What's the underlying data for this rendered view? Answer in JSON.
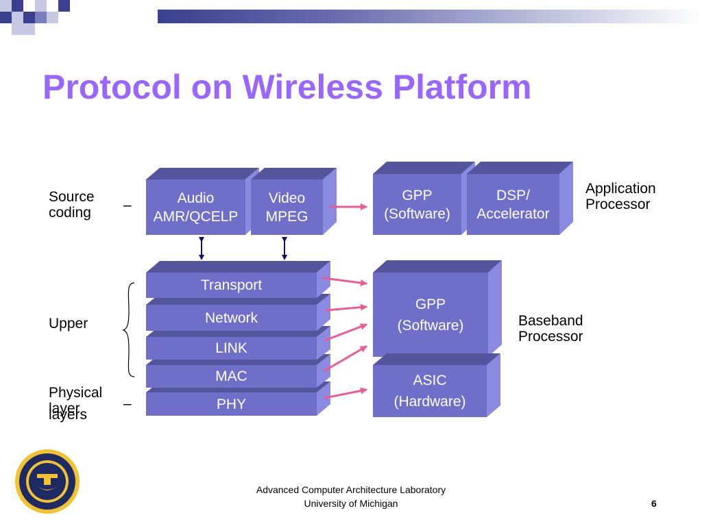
{
  "slide": {
    "title": "Protocol on Wireless Platform",
    "page_number": "6"
  },
  "footer": {
    "line1": "Advanced Computer Architecture Laboratory",
    "line2": "University of Michigan"
  },
  "labels": {
    "source_coding_1": "Source",
    "source_coding_2": "coding",
    "upper": "Upper",
    "physical_1": "Physical",
    "physical_2": "layer",
    "physical_3": "layers",
    "app_proc_1": "Application",
    "app_proc_2": "Processor",
    "baseband_1": "Baseband",
    "baseband_2": "Processor",
    "dash": "–"
  },
  "boxes": {
    "audio_1": "Audio",
    "audio_2": "AMR/QCELP",
    "video_1": "Video",
    "video_2": "MPEG",
    "gpp_app_1": "GPP",
    "gpp_app_2": "(Software)",
    "dsp_1": "DSP/",
    "dsp_2": "Accelerator",
    "transport": "Transport",
    "network": "Network",
    "link": "LINK",
    "mac": "MAC",
    "phy": "PHY",
    "gpp_base_1": "GPP",
    "gpp_base_2": "(Software)",
    "asic_1": "ASIC",
    "asic_2": "(Hardware)"
  },
  "colors": {
    "title": "#9966ff",
    "box_front": "#6f6fca",
    "box_top": "#55559e",
    "box_side": "#8a8ae0",
    "arrow_pink": "#ee5a93",
    "arrow_navy": "#10106b"
  }
}
